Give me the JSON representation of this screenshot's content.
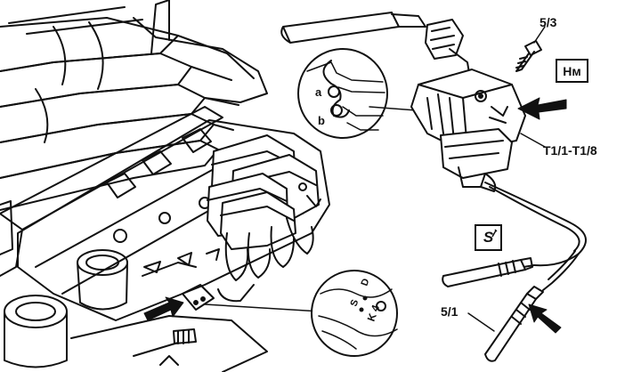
{
  "labels": {
    "bolt": "5/3",
    "coils": "T1/1-T1/8",
    "sensor": "5/1",
    "torque": "Нм",
    "tool": "S",
    "detail_a": "a",
    "detail_b": "b",
    "detail_d": "D",
    "detail_k": "K 4",
    "detail_s": "S"
  }
}
